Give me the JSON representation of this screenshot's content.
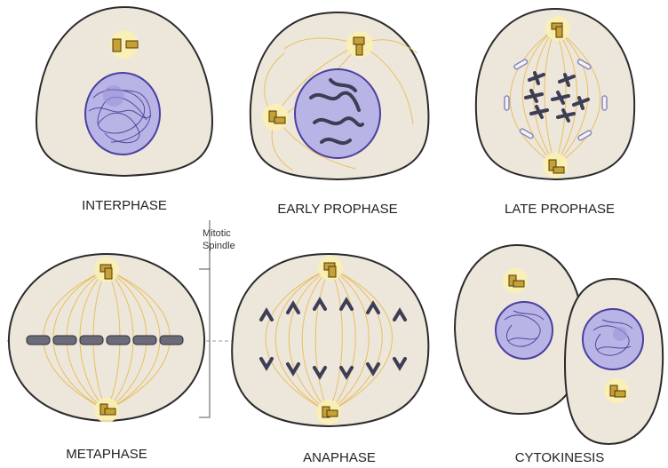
{
  "stages": [
    {
      "label": "INTERPHASE"
    },
    {
      "label": "EARLY PROPHASE"
    },
    {
      "label": "LATE PROPHASE"
    },
    {
      "label": "METAPHASE"
    },
    {
      "label": "ANAPHASE"
    },
    {
      "label": "CYTOKINESIS"
    }
  ],
  "callout": {
    "line1": "Mitotic",
    "line2": "Spindle"
  },
  "colors": {
    "cytoplasm": "#ede6db",
    "nucleus": "#b9b4e6",
    "chromatin": "#3a2f8a",
    "spindle_fibers": "#e8b84a",
    "centrosome": "#c8a033"
  }
}
